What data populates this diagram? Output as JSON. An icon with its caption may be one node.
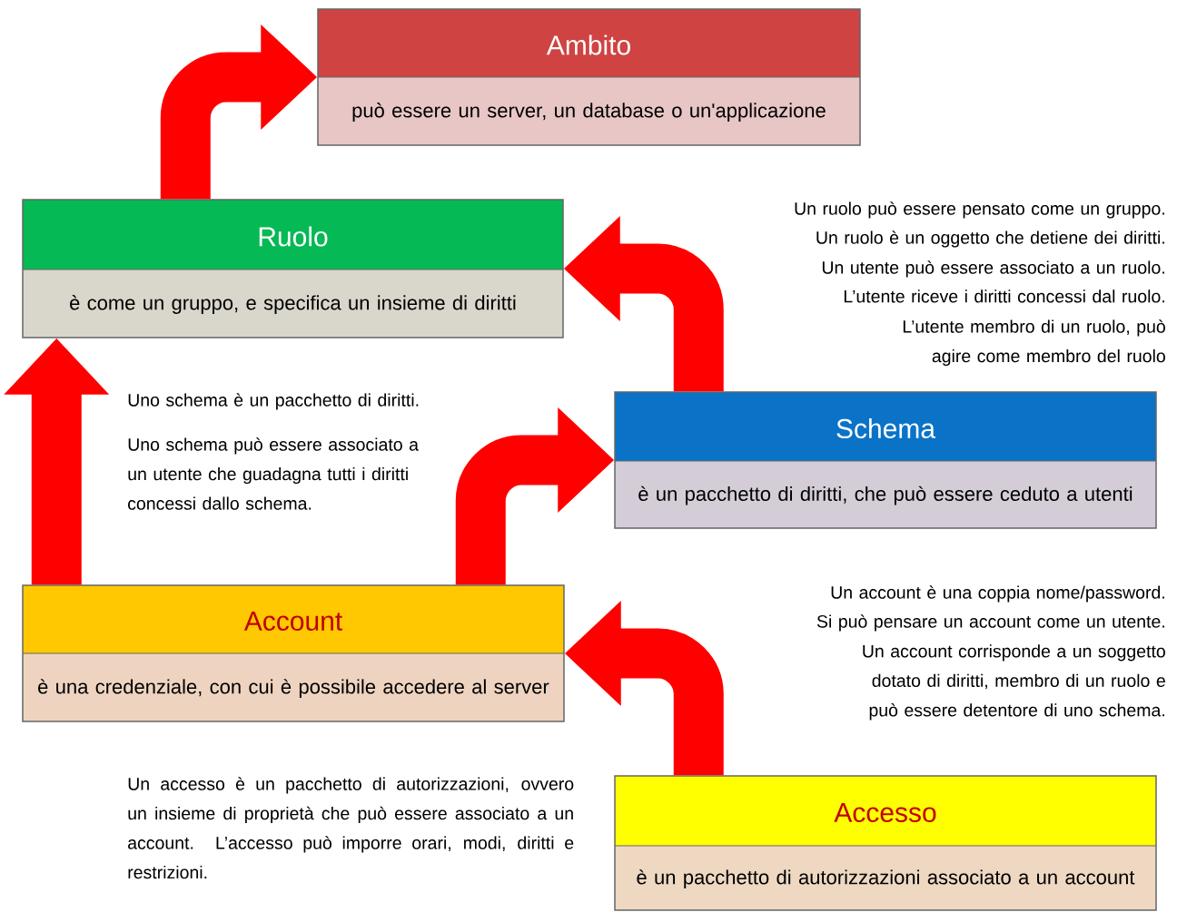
{
  "diagram": {
    "nodes": [
      {
        "text": [
          "Ambito",
          "può essere un server, un database o un'applicazione"
        ]
      },
      {
        "text": [
          "Ruolo",
          "è come un gruppo, e specifica un insieme di diritti"
        ]
      },
      {
        "text": [
          "Schema",
          "è un pacchetto di diritti, che può essere ceduto a utenti"
        ]
      },
      {
        "text": [
          "Account",
          "è una credenziale, con cui è possibile accedere al server"
        ]
      },
      {
        "text": [
          "Accesso",
          "è un pacchetto di autorizzazioni associato a un account"
        ]
      }
    ],
    "edges": [
      {
        "from": 1,
        "to": 0,
        "arrow": "to"
      },
      {
        "from": 2,
        "to": 1,
        "arrow": "to"
      },
      {
        "from": 3,
        "to": 1,
        "arrow": "to"
      },
      {
        "from": 3,
        "to": 2,
        "arrow": "to"
      },
      {
        "from": 4,
        "to": 3,
        "arrow": "to"
      }
    ],
    "labels": [
      "Un ruolo può essere pensato come un gruppo.",
      "Un ruolo è un oggetto che detiene dei diritti.",
      "Un utente può essere associato a un ruolo.",
      "L’utente riceve i diritti concessi dal ruolo.",
      "L’utente membro di un ruolo, può agire come membro del ruolo",
      "Uno schema è un pacchetto di diritti.",
      "Uno schema può essere associato a un utente che guadagna tutti i diritti concessi dallo schema.",
      "Un account è una coppia nome/password.",
      "Si può pensare un account come un utente.",
      "Un account corrisponde a un soggetto dotato di diritti, membro di un ruolo e può essere detentore di uno schema.",
      "Un accesso è un pacchetto di autorizzazioni, ovvero un insieme di proprietà che può essere associato a un account. L’accesso può imporre orari, modi, diritti e restrizioni."
    ]
  }
}
